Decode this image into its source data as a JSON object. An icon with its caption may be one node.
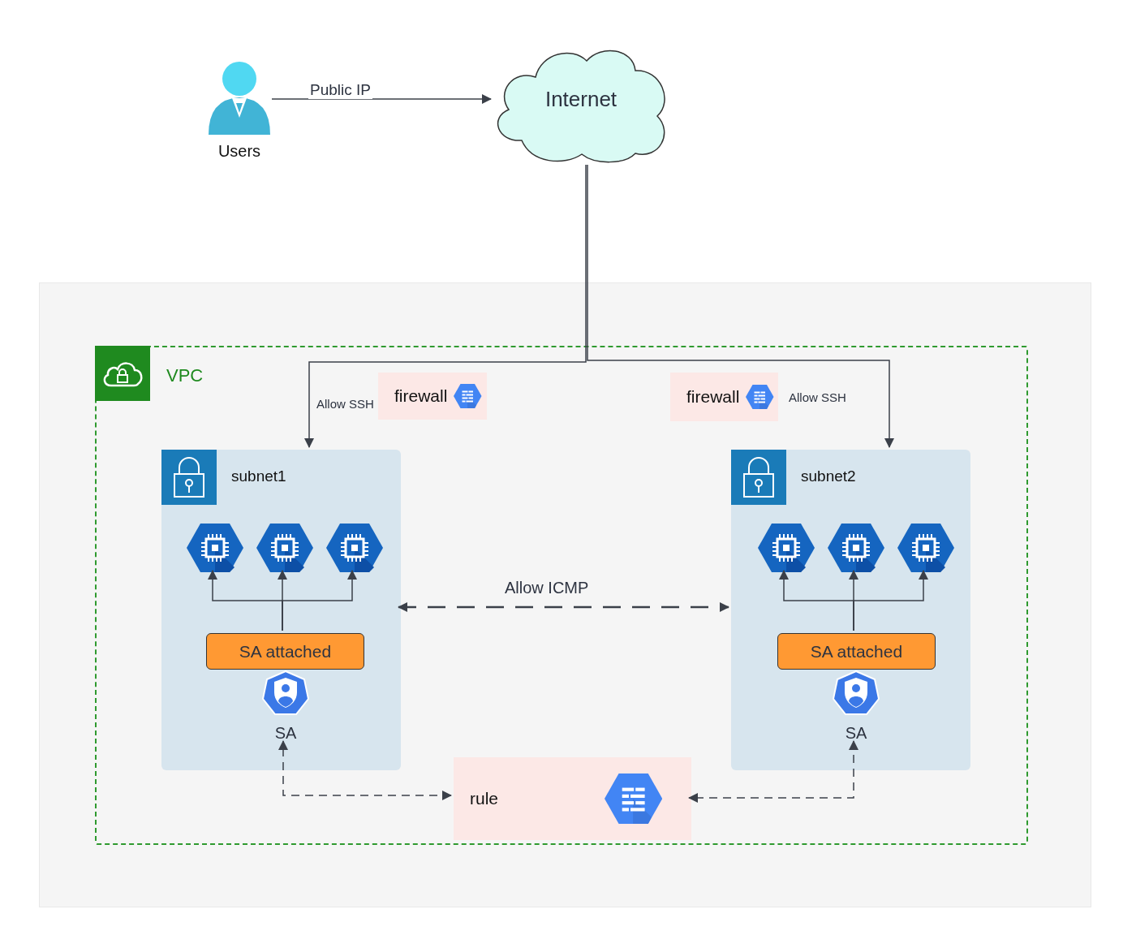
{
  "diagram": {
    "nodes": [
      {
        "text": [
          "Users"
        ]
      },
      {
        "text": [
          "Internet"
        ]
      },
      {
        "text": [],
        "shape": "box"
      },
      {
        "text": [
          "VPC"
        ],
        "in": 2
      },
      {
        "text": [
          "firewall"
        ],
        "in": 3
      },
      {
        "text": [
          "firewall"
        ],
        "in": 3
      },
      {
        "text": [
          "subnet1"
        ],
        "in": 3
      },
      {
        "text": [],
        "shape": "hexagon",
        "in": 6
      },
      {
        "text": [],
        "shape": "hexagon",
        "in": 6
      },
      {
        "text": [],
        "shape": "hexagon",
        "in": 6
      },
      {
        "text": [
          "SA attached"
        ],
        "in": 6
      },
      {
        "text": [
          "SA"
        ],
        "in": 6
      },
      {
        "text": [
          "subnet2"
        ],
        "in": 3
      },
      {
        "text": [],
        "shape": "hexagon",
        "in": 12
      },
      {
        "text": [],
        "shape": "hexagon",
        "in": 12
      },
      {
        "text": [],
        "shape": "hexagon",
        "in": 12
      },
      {
        "text": [
          "SA attached"
        ],
        "in": 12
      },
      {
        "text": [
          "SA"
        ],
        "in": 12
      },
      {
        "text": [
          "rule"
        ],
        "in": 3
      }
    ],
    "edges": [
      {
        "from": 0,
        "to": 1,
        "arrow": "to",
        "label": "Public IP"
      },
      {
        "from": 1,
        "to": 6,
        "arrow": "to",
        "label": "Allow SSH"
      },
      {
        "from": 1,
        "to": 12,
        "arrow": "to",
        "label": "Allow SSH"
      },
      {
        "from": 10,
        "to": 7,
        "arrow": "to"
      },
      {
        "from": 10,
        "to": 8,
        "arrow": "to"
      },
      {
        "from": 10,
        "to": 9,
        "arrow": "to"
      },
      {
        "from": 16,
        "to": 13,
        "arrow": "to"
      },
      {
        "from": 16,
        "to": 14,
        "arrow": "to"
      },
      {
        "from": 16,
        "to": 15,
        "arrow": "to"
      },
      {
        "from": 6,
        "to": 12,
        "arrow": "both",
        "label": "Allow ICMP",
        "style": "dashed"
      },
      {
        "from": 18,
        "to": 11,
        "arrow": "both",
        "style": "dashed"
      },
      {
        "from": 17,
        "to": 18,
        "arrow": "both",
        "style": "dashed"
      }
    ]
  }
}
